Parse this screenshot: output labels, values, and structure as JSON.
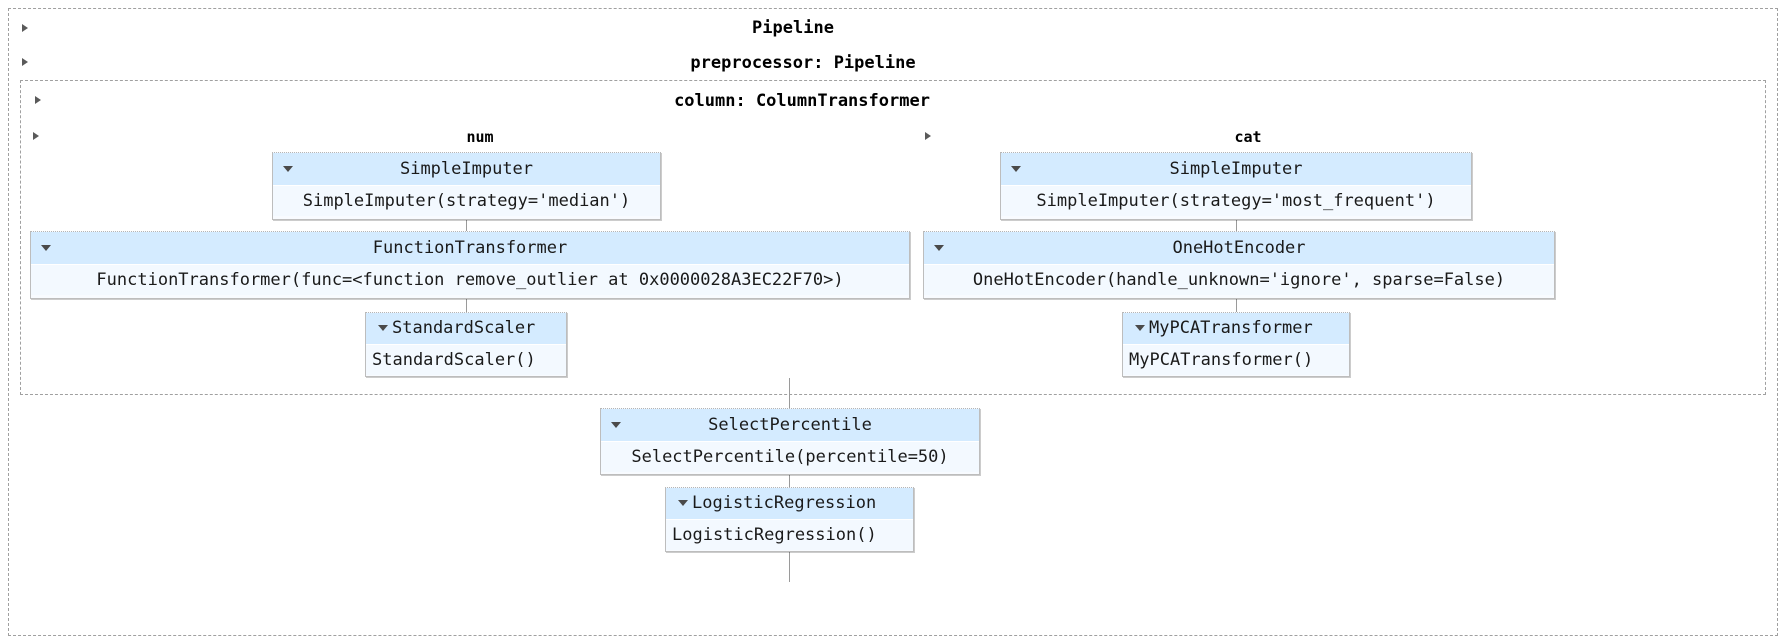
{
  "diagram": {
    "type": "sklearn-pipeline-repr",
    "containers": [
      {
        "name": "pipeline-root",
        "label": "Pipeline"
      },
      {
        "name": "preprocessor",
        "label": "preprocessor: Pipeline"
      },
      {
        "name": "column-transformer",
        "label": "column: ColumnTransformer"
      }
    ],
    "columns": [
      {
        "name": "num",
        "label": "num"
      },
      {
        "name": "cat",
        "label": "cat"
      }
    ],
    "estimators": [
      {
        "id": "num-simple-imputer",
        "title": "SimpleImputer",
        "repr": "SimpleImputer(strategy='median')"
      },
      {
        "id": "function-transformer",
        "title": "FunctionTransformer",
        "repr": "FunctionTransformer(func=<function remove_outlier at 0x0000028A3EC22F70>)"
      },
      {
        "id": "standard-scaler",
        "title": "StandardScaler",
        "repr": "StandardScaler()"
      },
      {
        "id": "cat-simple-imputer",
        "title": "SimpleImputer",
        "repr": "SimpleImputer(strategy='most_frequent')"
      },
      {
        "id": "one-hot-encoder",
        "title": "OneHotEncoder",
        "repr": "OneHotEncoder(handle_unknown='ignore', sparse=False)"
      },
      {
        "id": "my-pca-transformer",
        "title": "MyPCATransformer",
        "repr": "MyPCATransformer()"
      },
      {
        "id": "select-percentile",
        "title": "SelectPercentile",
        "repr": "SelectPercentile(percentile=50)"
      },
      {
        "id": "logistic-regression",
        "title": "LogisticRegression",
        "repr": "LogisticRegression()"
      }
    ],
    "colors": {
      "header_fill": "#d4ebff",
      "body_fill": "#f3f9ff",
      "box_border": "#bdbdbd",
      "dashed_border": "#a0a0a0",
      "connector": "#9a9a9a",
      "text": "#1a1a1a",
      "background": "#ffffff"
    },
    "icons": {
      "container_toggle": "triangle-right-icon",
      "estimator_toggle": "triangle-down-icon"
    }
  }
}
